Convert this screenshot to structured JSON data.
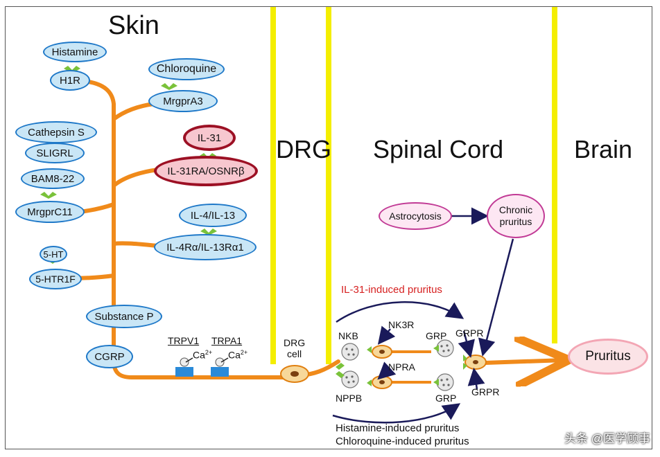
{
  "headers": {
    "skin": "Skin",
    "drg": "DRG",
    "spinal_cord": "Spinal Cord",
    "brain": "Brain"
  },
  "skin": {
    "histamine": "Histamine",
    "h1r": "H1R",
    "chloroquine": "Chloroquine",
    "mrgpra3": "MrgprA3",
    "cathepsin_s": "Cathepsin S",
    "sligrl": "SLIGRL",
    "bam8_22": "BAM8-22",
    "mrgprc11": "MrgprC11",
    "il31": "IL-31",
    "il31ra": "IL-31RA/OSNRβ",
    "il4_il13": "IL-4/IL-13",
    "il4ra": "IL-4Rα/IL-13Rα1",
    "ht5": "5-HT",
    "htr1f": "5-HTR1F",
    "substance_p": "Substance P",
    "cgrp": "CGRP"
  },
  "channels": {
    "trpv1": "TRPV1",
    "trpa1": "TRPA1",
    "ca": "Ca",
    "ca_sup": "2+"
  },
  "drg": {
    "cell_line1": "DRG",
    "cell_line2": "cell"
  },
  "spinal": {
    "il31_pruritus": "IL-31-induced pruritus",
    "nkb": "NKB",
    "nk3r": "NK3R",
    "grp_top": "GRP",
    "grpr_top": "GRPR",
    "npra": "NPRA",
    "nppb": "NPPB",
    "grp_bottom": "GRP",
    "grpr_bottom": "GRPR",
    "astrocytosis": "Astrocytosis",
    "chronic_line1": "Chronic",
    "chronic_line2": "pruritus",
    "histamine_pruritus": "Histamine-induced pruritus",
    "chloroquine_pruritus": "Chloroquine-induced pruritus"
  },
  "brain": {
    "pruritus": "Pruritus"
  },
  "watermark": "头条 @医学顾事",
  "colors": {
    "nerve": "#f08a1a",
    "divider": "#f4ee00",
    "receptor_fill": "#c9e6f6",
    "receptor_border": "#1e78c8",
    "il31_border": "#9c1024",
    "chronic_border": "#c13a95",
    "arrow": "#1a1a5a",
    "il31_text": "#d62020",
    "ligand_bind": "#7ac23a",
    "channel": "#1e78c8"
  }
}
